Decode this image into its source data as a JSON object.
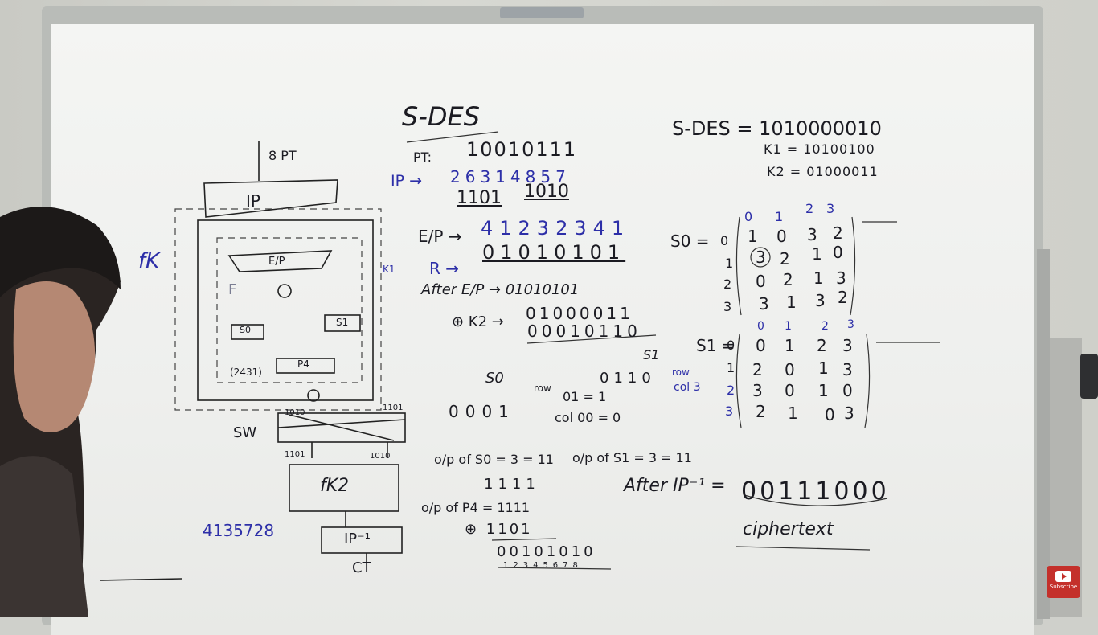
{
  "diagram": {
    "input": "8 PT",
    "ip": "IP",
    "fk_label": "fK",
    "ep": "E/P",
    "f": "F",
    "s0": "S0",
    "s1": "S1",
    "p4": "P4",
    "p4_order": "(2431)",
    "sw": "SW",
    "left_out": "1010",
    "right_out": "1101",
    "after_sw_left": "1101",
    "after_sw_right": "1010",
    "fk2": "fK2",
    "ip_inv": "IP⁻¹",
    "ct": "CT",
    "ip_inv_order": "4135728",
    "k1": "K1"
  },
  "worked": {
    "title": "S-DES",
    "pt_label": "PT:",
    "pt": "10010111",
    "ip_label": "IP →",
    "ip_order": "26314857",
    "left": "1101",
    "right": "1010",
    "ep_label": "E/P →",
    "ep_order": "41232341",
    "r_label": "R →",
    "r_value": "01010101",
    "after_ep": "After E/P → 01010101",
    "k2_label": "⊕ K2 →",
    "k2_value": "01000011",
    "xor_result": "00010110",
    "s0_tag": "S0",
    "s1_tag": "S1",
    "s0_bits": "0001",
    "row_label": "row",
    "row_s0": "01 = 1",
    "col_s0": "col 00 = 0",
    "s1_bits": "0110",
    "row_s1": "row",
    "col_s1": "col 3",
    "op_s0": "o/p of S0 = 3 = 11",
    "op_s1": "o/p of S1 = 3 = 11",
    "s_concat": "1111",
    "op_p4": "o/p of P4 = 1111",
    "xor2": "⊕ 1101",
    "final": "00101010",
    "final_order": "12345678"
  },
  "keys": {
    "heading": "S-DES = 1010000010",
    "k1": "K1 = 10100100",
    "k2": "K2 = 01000011"
  },
  "s0_box": {
    "label": "S0 =",
    "cols": [
      "0",
      "1",
      "2",
      "3"
    ],
    "rows": [
      "0",
      "1",
      "2",
      "3"
    ],
    "cells": [
      [
        "1",
        "0",
        "3",
        "2"
      ],
      [
        "3",
        "2",
        "1",
        "0"
      ],
      [
        "0",
        "2",
        "1",
        "3"
      ],
      [
        "3",
        "1",
        "3",
        "2"
      ]
    ]
  },
  "s1_box": {
    "label": "S1 =",
    "cols": [
      "0",
      "1",
      "2",
      "3"
    ],
    "rows": [
      "0",
      "1",
      "2",
      "3"
    ],
    "cells": [
      [
        "0",
        "1",
        "2",
        "3"
      ],
      [
        "2",
        "0",
        "1",
        "3"
      ],
      [
        "3",
        "0",
        "1",
        "0"
      ],
      [
        "2",
        "1",
        "0",
        "3"
      ]
    ]
  },
  "result": {
    "after_ip_inv": "After IP⁻¹ =",
    "cipher": "00111000",
    "cipher_label": "ciphertext"
  },
  "overlay": {
    "subscribe": "Subscribe"
  }
}
